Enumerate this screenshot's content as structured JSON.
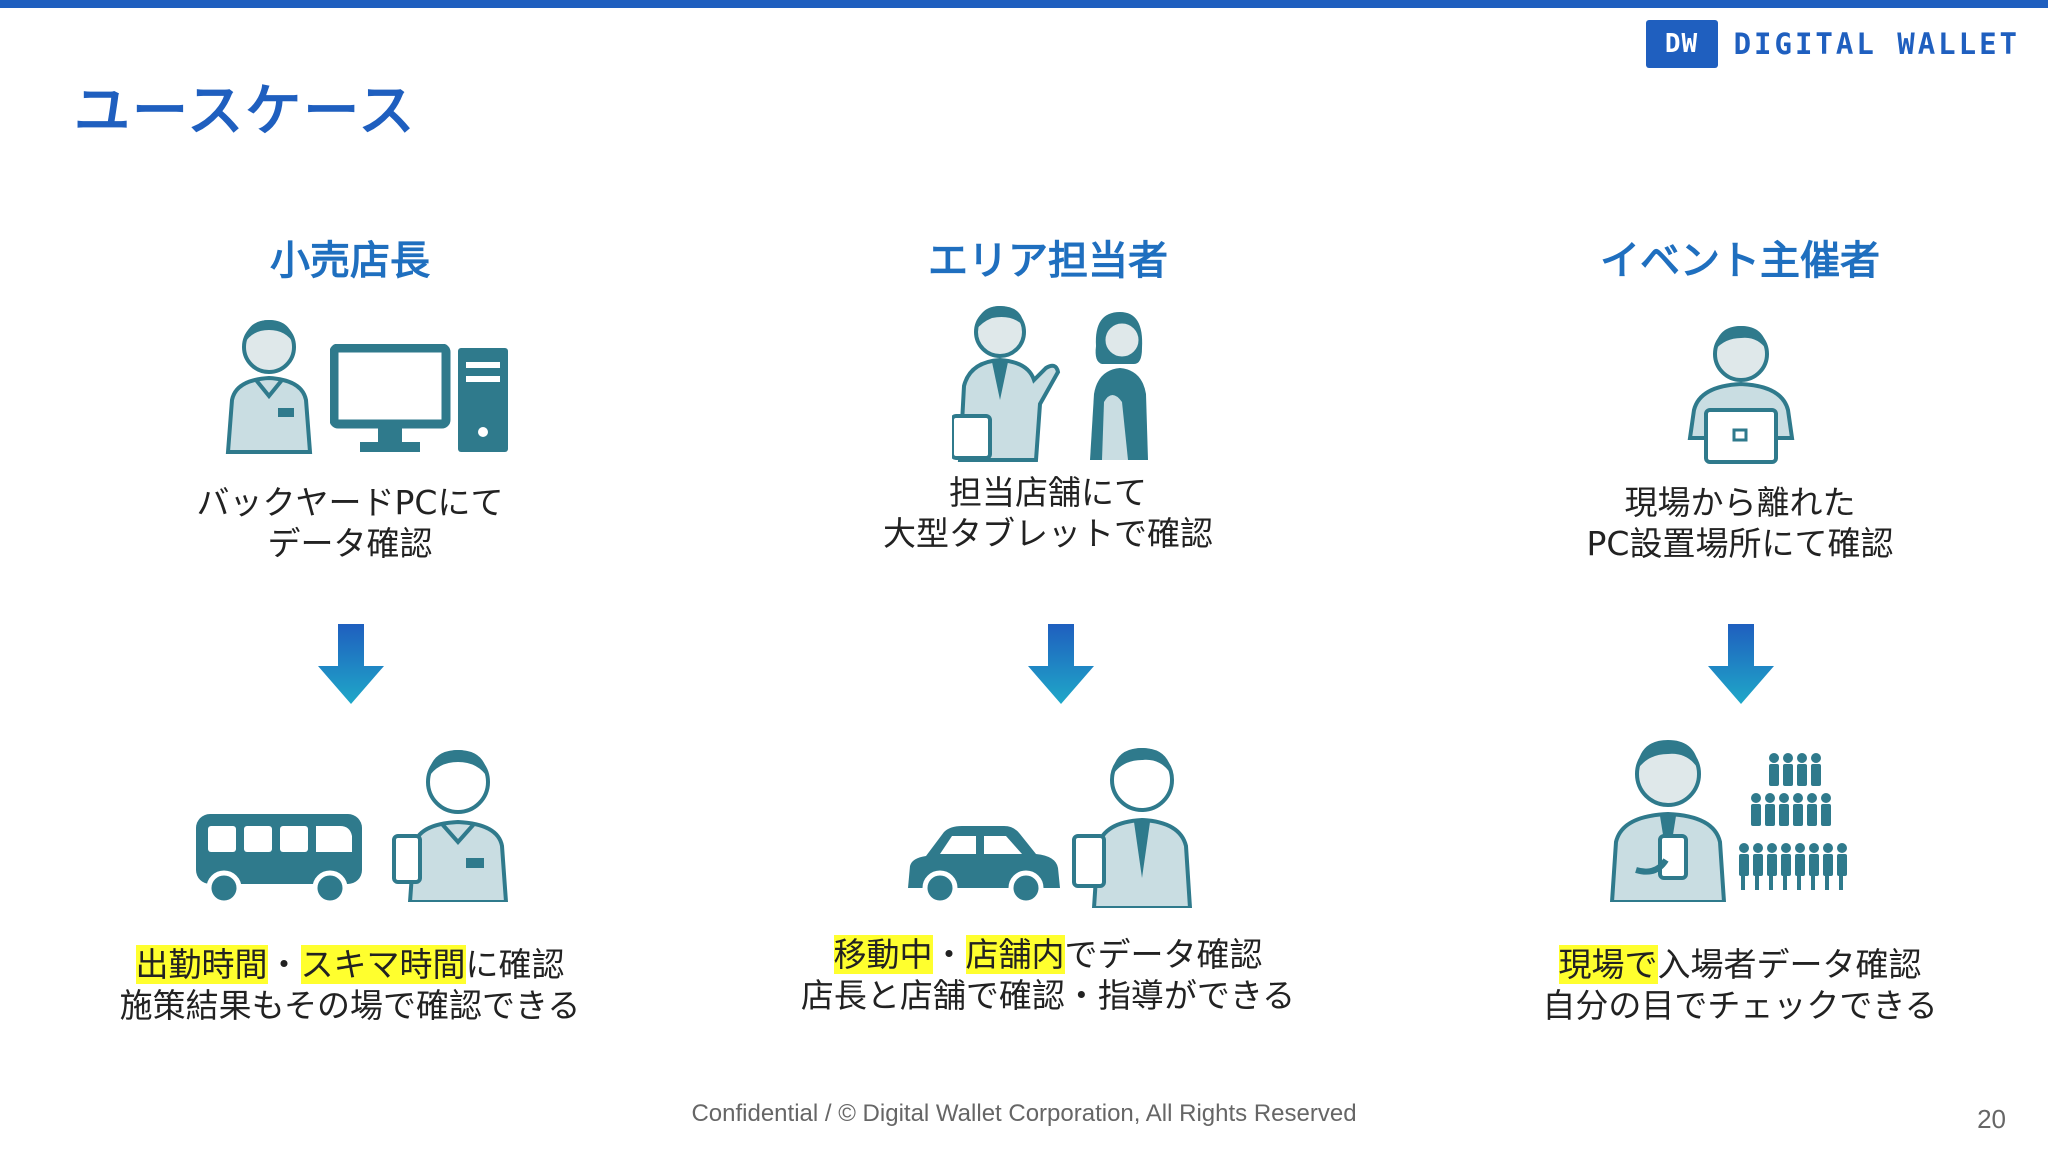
{
  "header": {
    "title": "ユースケース"
  },
  "logo": {
    "badge": "DW",
    "text": "DIGITAL WALLET"
  },
  "colors": {
    "brand": "#1f5fbf",
    "highlight": "#ffff2e",
    "illustration": "#2f7a8c"
  },
  "columns": [
    {
      "persona": "小売店長",
      "desc": [
        "バックヤードPCにて",
        "データ確認"
      ],
      "benefit": [
        [
          {
            "t": "出勤時間",
            "hl": true
          },
          {
            "t": "・",
            "hl": false
          },
          {
            "t": "スキマ時間",
            "hl": true
          },
          {
            "t": "に確認",
            "hl": false
          }
        ],
        [
          {
            "t": "施策結果もその場で確認できる",
            "hl": false
          }
        ]
      ],
      "icons": {
        "before": [
          "clerk-icon",
          "desktop-pc-icon"
        ],
        "after": [
          "bus-icon",
          "clerk-with-phone-icon"
        ]
      }
    },
    {
      "persona": "エリア担当者",
      "desc": [
        "担当店舗にて",
        "大型タブレットで確認"
      ],
      "benefit": [
        [
          {
            "t": "移動中",
            "hl": true
          },
          {
            "t": "・",
            "hl": false
          },
          {
            "t": "店舗内",
            "hl": true
          },
          {
            "t": "でデータ確認",
            "hl": false
          }
        ],
        [
          {
            "t": "店長と店舗で確認・指導ができる",
            "hl": false
          }
        ]
      ],
      "icons": {
        "before": [
          "businessman-talking-icon",
          "woman-listening-icon"
        ],
        "after": [
          "car-icon",
          "businessman-with-phone-icon"
        ]
      }
    },
    {
      "persona": "イベント主催者",
      "desc": [
        "現場から離れた",
        "PC設置場所にて確認"
      ],
      "benefit": [
        [
          {
            "t": "現場で",
            "hl": true
          },
          {
            "t": "入場者データ確認",
            "hl": false
          }
        ],
        [
          {
            "t": "自分の目でチェックできる",
            "hl": false
          }
        ]
      ],
      "icons": {
        "before": [
          "person-at-laptop-icon"
        ],
        "after": [
          "businessman-with-phone-icon",
          "crowd-icon"
        ]
      }
    }
  ],
  "footer": {
    "text": "Confidential  /  © Digital Wallet Corporation, All Rights Reserved",
    "page": "20"
  }
}
